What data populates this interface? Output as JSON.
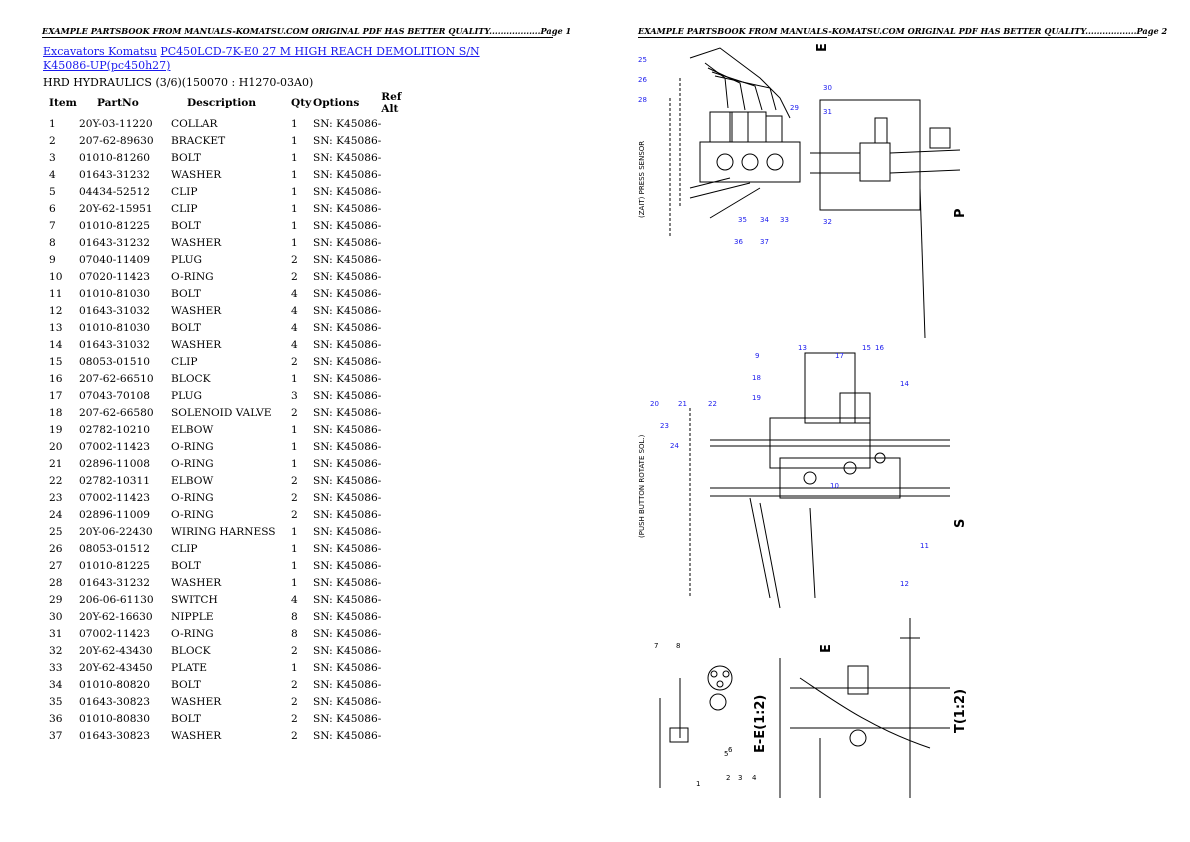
{
  "header": {
    "page1": "EXAMPLE PARTSBOOK FROM MANUALS-KOMATSU.COM ORIGINAL PDF HAS BETTER QUALITY..................Page 1",
    "page2": "EXAMPLE PARTSBOOK FROM MANUALS-KOMATSU.COM ORIGINAL PDF HAS BETTER QUALITY..................Page 2"
  },
  "breadcrumb": {
    "link1": "Excavators Komatsu",
    "link2": "PC450LCD-7K-E0 27 M HIGH REACH DEMOLITION S/N K45086-UP(pc450h27)"
  },
  "subtitle": "HRD HYDRAULICS (3/6)(150070 : H1270-03A0)",
  "table": {
    "headers": [
      "Item",
      "PartNo",
      "Description",
      "Qty",
      "Options",
      "Ref Alt"
    ],
    "rows": [
      [
        "1",
        "20Y-03-11220",
        "COLLAR",
        "1",
        "SN: K45086-"
      ],
      [
        "2",
        "207-62-89630",
        "BRACKET",
        "1",
        "SN: K45086-"
      ],
      [
        "3",
        "01010-81260",
        "BOLT",
        "1",
        "SN: K45086-"
      ],
      [
        "4",
        "01643-31232",
        "WASHER",
        "1",
        "SN: K45086-"
      ],
      [
        "5",
        "04434-52512",
        "CLIP",
        "1",
        "SN: K45086-"
      ],
      [
        "6",
        "20Y-62-15951",
        "CLIP",
        "1",
        "SN: K45086-"
      ],
      [
        "7",
        "01010-81225",
        "BOLT",
        "1",
        "SN: K45086-"
      ],
      [
        "8",
        "01643-31232",
        "WASHER",
        "1",
        "SN: K45086-"
      ],
      [
        "9",
        "07040-11409",
        "PLUG",
        "2",
        "SN: K45086-"
      ],
      [
        "10",
        "07020-11423",
        "O-RING",
        "2",
        "SN: K45086-"
      ],
      [
        "11",
        "01010-81030",
        "BOLT",
        "4",
        "SN: K45086-"
      ],
      [
        "12",
        "01643-31032",
        "WASHER",
        "4",
        "SN: K45086-"
      ],
      [
        "13",
        "01010-81030",
        "BOLT",
        "4",
        "SN: K45086-"
      ],
      [
        "14",
        "01643-31032",
        "WASHER",
        "4",
        "SN: K45086-"
      ],
      [
        "15",
        "08053-01510",
        "CLIP",
        "2",
        "SN: K45086-"
      ],
      [
        "16",
        "207-62-66510",
        "BLOCK",
        "1",
        "SN: K45086-"
      ],
      [
        "17",
        "07043-70108",
        "PLUG",
        "3",
        "SN: K45086-"
      ],
      [
        "18",
        "207-62-66580",
        "SOLENOID VALVE",
        "2",
        "SN: K45086-"
      ],
      [
        "19",
        "02782-10210",
        "ELBOW",
        "1",
        "SN: K45086-"
      ],
      [
        "20",
        "07002-11423",
        "O-RING",
        "1",
        "SN: K45086-"
      ],
      [
        "21",
        "02896-11008",
        "O-RING",
        "1",
        "SN: K45086-"
      ],
      [
        "22",
        "02782-10311",
        "ELBOW",
        "2",
        "SN: K45086-"
      ],
      [
        "23",
        "07002-11423",
        "O-RING",
        "2",
        "SN: K45086-"
      ],
      [
        "24",
        "02896-11009",
        "O-RING",
        "2",
        "SN: K45086-"
      ],
      [
        "25",
        "20Y-06-22430",
        "WIRING HARNESS",
        "1",
        "SN: K45086-"
      ],
      [
        "26",
        "08053-01512",
        "CLIP",
        "1",
        "SN: K45086-"
      ],
      [
        "27",
        "01010-81225",
        "BOLT",
        "1",
        "SN: K45086-"
      ],
      [
        "28",
        "01643-31232",
        "WASHER",
        "1",
        "SN: K45086-"
      ],
      [
        "29",
        "206-06-61130",
        "SWITCH",
        "4",
        "SN: K45086-"
      ],
      [
        "30",
        "20Y-62-16630",
        "NIPPLE",
        "8",
        "SN: K45086-"
      ],
      [
        "31",
        "07002-11423",
        "O-RING",
        "8",
        "SN: K45086-"
      ],
      [
        "32",
        "20Y-62-43430",
        "BLOCK",
        "2",
        "SN: K45086-"
      ],
      [
        "33",
        "20Y-62-43450",
        "PLATE",
        "1",
        "SN: K45086-"
      ],
      [
        "34",
        "01010-80820",
        "BOLT",
        "2",
        "SN: K45086-"
      ],
      [
        "35",
        "01643-30823",
        "WASHER",
        "2",
        "SN: K45086-"
      ],
      [
        "36",
        "01010-80830",
        "BOLT",
        "2",
        "SN: K45086-"
      ],
      [
        "37",
        "01643-30823",
        "WASHER",
        "2",
        "SN: K45086-"
      ]
    ]
  },
  "diagram": {
    "view_labels": [
      "E",
      "P",
      "S",
      "E",
      "E-E(1:2)",
      "T(1:2)"
    ],
    "vertical_notes": [
      "(ZAIT) PRESS SENSOR",
      "(PUSH BUTTON ROTATE SOL.)"
    ],
    "callouts_top": [
      "25",
      "26",
      "28",
      "29",
      "30",
      "31",
      "32",
      "33",
      "34",
      "35",
      "36",
      "37"
    ],
    "callouts_mid": [
      "9",
      "10",
      "11",
      "12",
      "13",
      "14",
      "15",
      "16",
      "17",
      "18",
      "19",
      "20",
      "21",
      "22",
      "23",
      "24"
    ],
    "callouts_bottom": [
      "1",
      "2",
      "3",
      "4",
      "5",
      "6",
      "7",
      "8"
    ]
  }
}
